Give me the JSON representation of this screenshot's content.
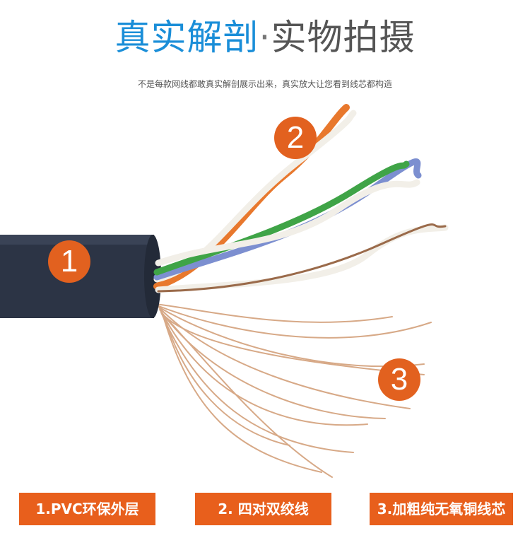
{
  "header": {
    "title_part1": "真实解剖",
    "title_dot": "·",
    "title_part2": "实物拍摄",
    "subtitle": "不是每款网线都敢真实解剖展示出来，真实放大让您看到线芯都构造"
  },
  "badges": [
    "1",
    "2",
    "3"
  ],
  "labels": [
    "1.PVC环保外层",
    "2. 四对双绞线",
    "3.加粗纯无氧铜线芯"
  ],
  "colors": {
    "title_blue": "#1a8ed8",
    "title_gray": "#555555",
    "accent_orange": "#e85f1c",
    "jacket": "#2c3445"
  }
}
